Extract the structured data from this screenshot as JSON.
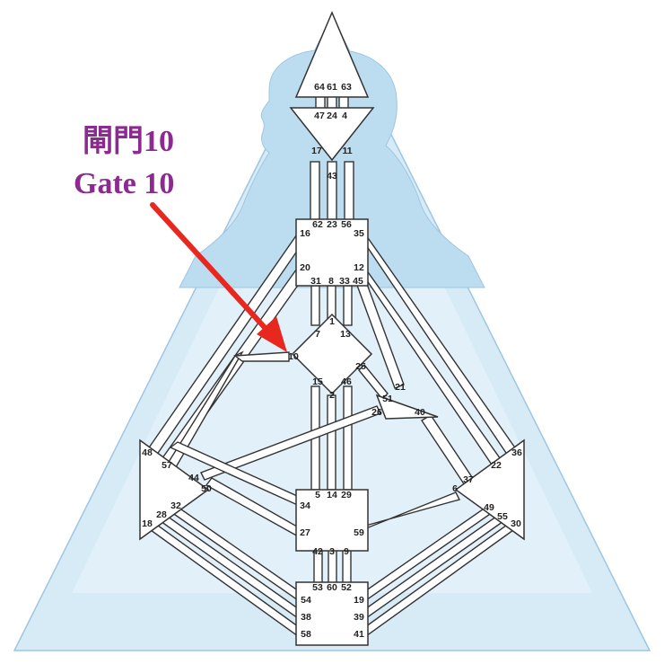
{
  "annotation": {
    "line1": "閘門10",
    "line2": "Gate 10",
    "text_color": "#8b2a8f",
    "arrow_color": "#e8281e"
  },
  "colors": {
    "triangle_fill": "#d7ebf7",
    "triangle_stroke": "#9cc6e2",
    "silhouette_fill": "#bcdcf0",
    "channel_stroke": "#333333",
    "center_fill": "#ffffff"
  },
  "gates": {
    "g64": "64",
    "g61": "61",
    "g63": "63",
    "g47": "47",
    "g24": "24",
    "g4": "4",
    "g17": "17",
    "g11": "11",
    "g43": "43",
    "g62": "62",
    "g23": "23",
    "g56": "56",
    "g16": "16",
    "g35": "35",
    "g20": "20",
    "g12": "12",
    "g31": "31",
    "g8": "8",
    "g33": "33",
    "g45": "45",
    "g1": "1",
    "g7": "7",
    "g13": "13",
    "g10": "10",
    "g25": "25",
    "g15": "15",
    "g46": "46",
    "g2": "2",
    "g21": "21",
    "g51": "51",
    "g26": "26",
    "g40": "40",
    "g48": "48",
    "g57": "57",
    "g44": "44",
    "g50": "50",
    "g36": "36",
    "g22": "22",
    "g37": "37",
    "g6": "6",
    "g5": "5",
    "g14": "14",
    "g29": "29",
    "g34": "34",
    "g27": "27",
    "g59": "59",
    "g42": "42",
    "g3": "3",
    "g9": "9",
    "g53": "53",
    "g60": "60",
    "g52": "52",
    "g54": "54",
    "g19": "19",
    "g38": "38",
    "g39": "39",
    "g58": "58",
    "g41": "41",
    "g18": "18",
    "g28": "28",
    "g32": "32",
    "g49": "49",
    "g55": "55",
    "g30": "30"
  }
}
